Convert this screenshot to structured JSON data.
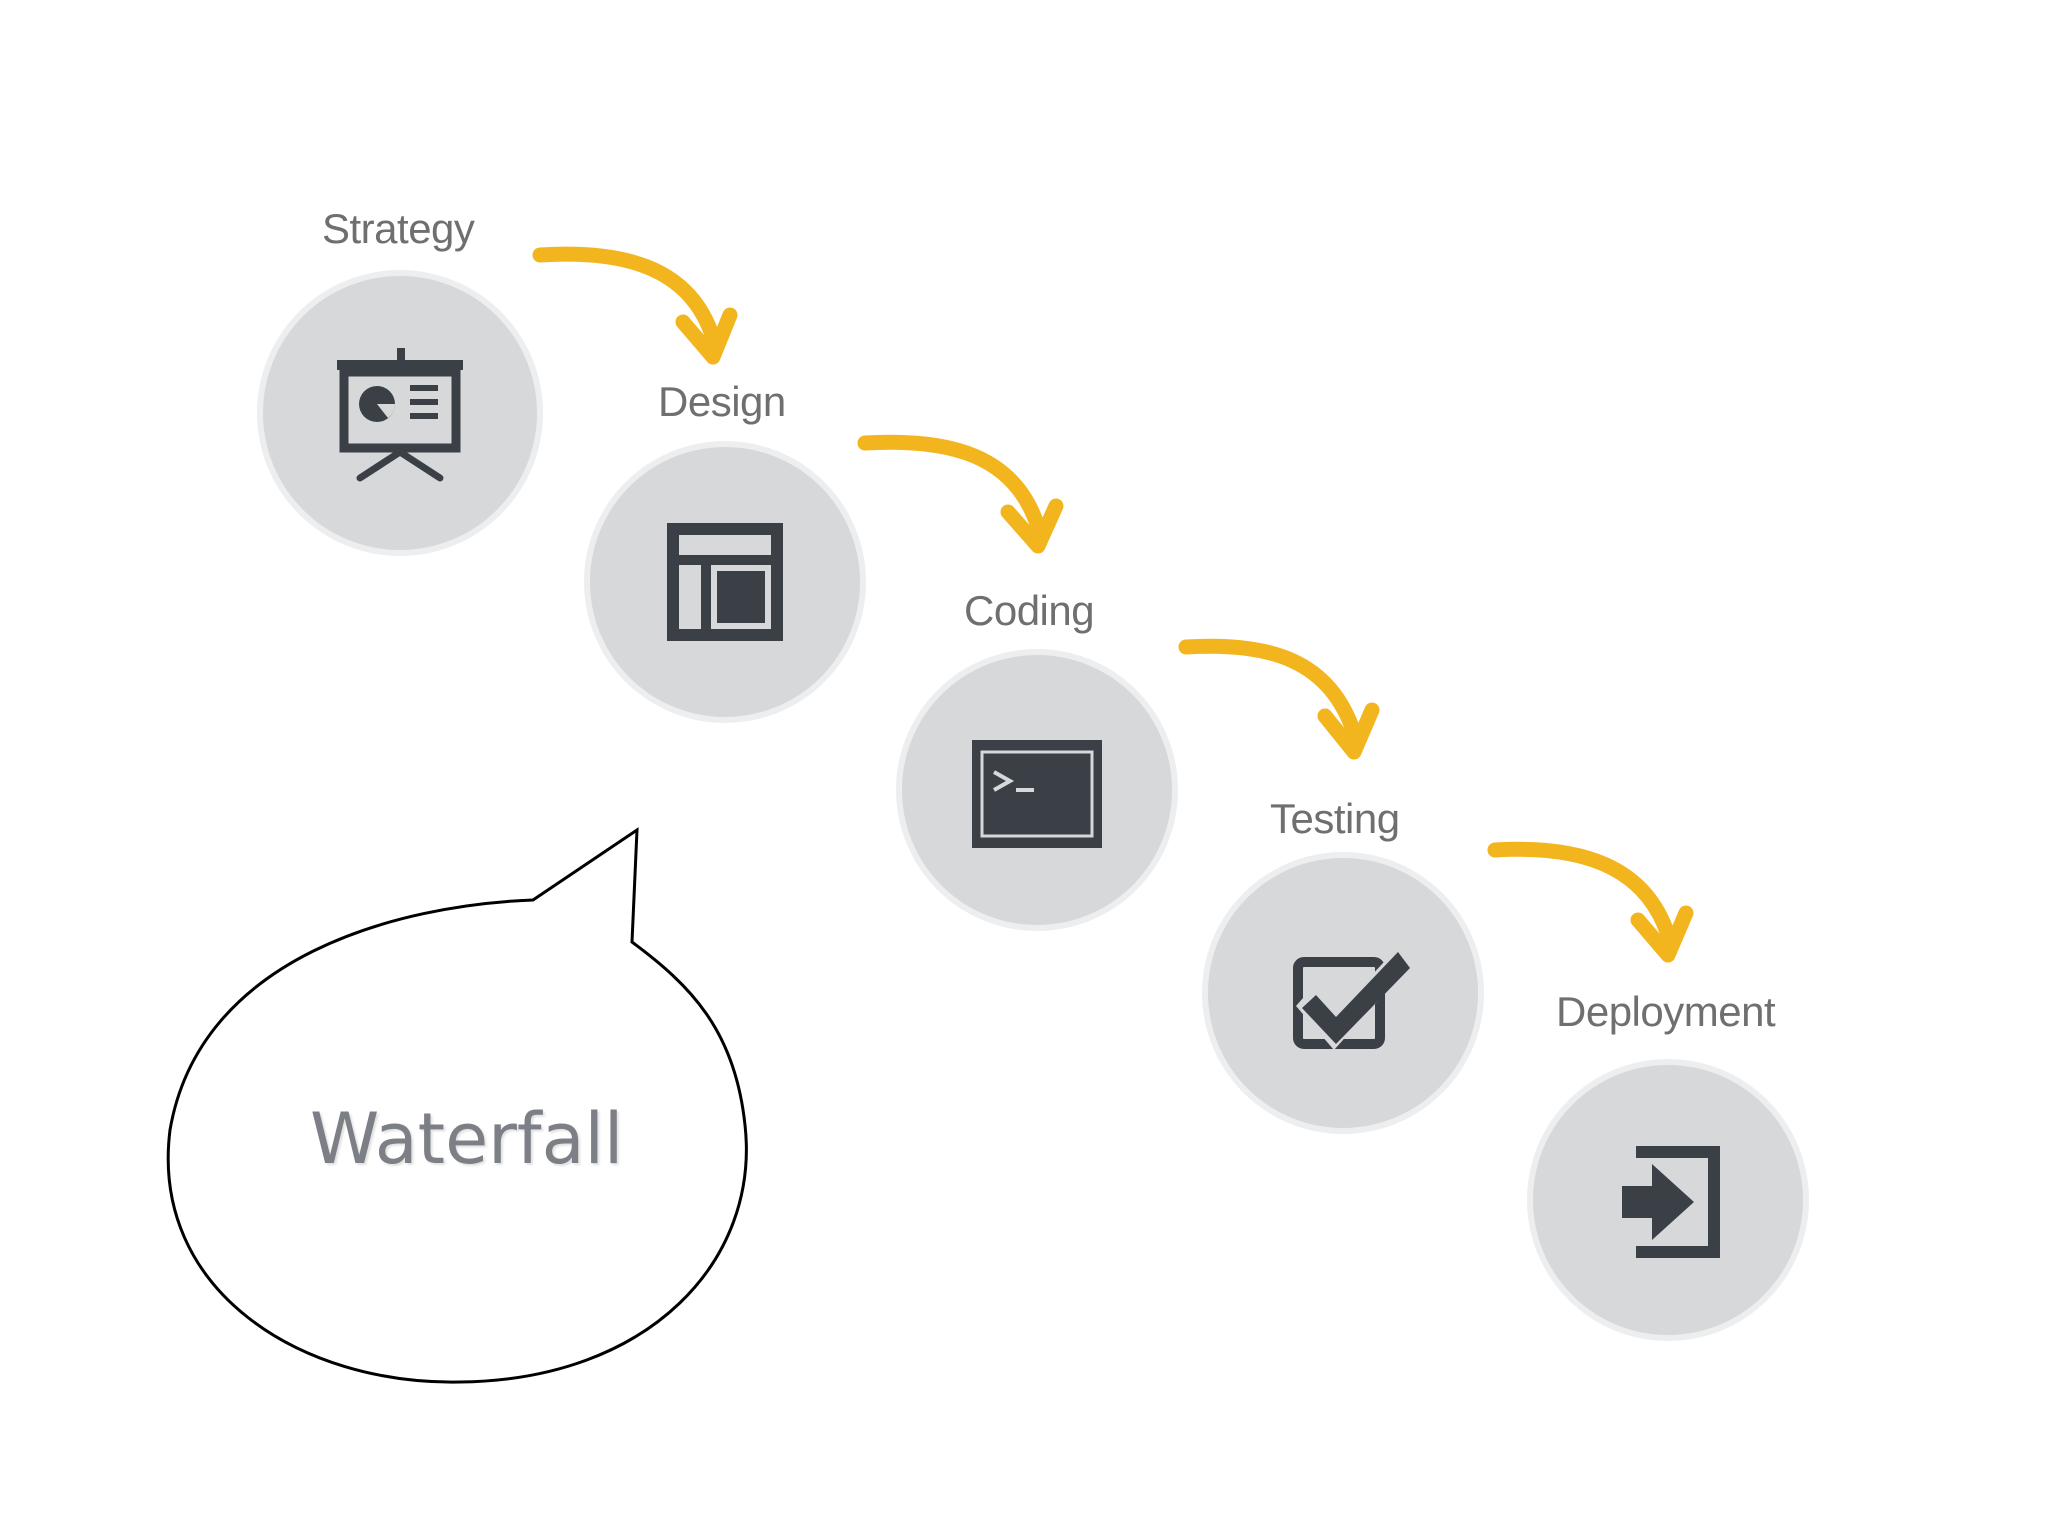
{
  "diagram": {
    "bubble_label": "Waterfall",
    "steps": [
      {
        "label": "Strategy",
        "icon": "presentation-board-icon"
      },
      {
        "label": "Design",
        "icon": "layout-template-icon"
      },
      {
        "label": "Coding",
        "icon": "terminal-icon"
      },
      {
        "label": "Testing",
        "icon": "checkbox-checked-icon"
      },
      {
        "label": "Deployment",
        "icon": "sign-in-arrow-icon"
      }
    ]
  },
  "colors": {
    "circle_fill": "#d7d8da",
    "icon": "#3a4046",
    "arrow": "#f2b51e",
    "label": "#6f6f6f",
    "bubble_text": "#7c7f85"
  }
}
